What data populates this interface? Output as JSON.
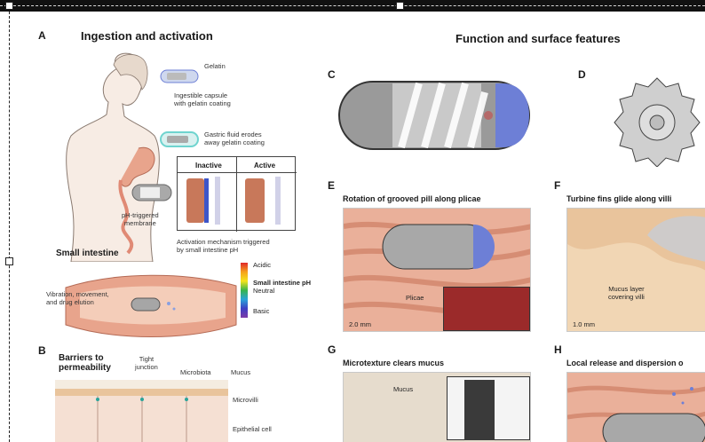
{
  "panel_a": {
    "letter": "A",
    "title": "Ingestion and activation",
    "gelatin": "Gelatin",
    "capsule_caption": "Ingestible capsule\nwith gelatin coating",
    "gastric_caption": "Gastric fluid erodes\naway gelatin coating",
    "inactive": "Inactive",
    "active": "Active",
    "ph_membrane": "pH-triggered\nmembrane",
    "activation": "Activation mechanism triggered\nby small intestine pH",
    "small_intestine": "Small intestine",
    "vibration": "Vibration, movement,\nand drug elution",
    "scale_acidic": "Acidic",
    "scale_ph": "Small intestine pH",
    "scale_neutral": "Neutral",
    "scale_basic": "Basic"
  },
  "panel_b": {
    "letter": "B",
    "title": "Barriers to\npermeability",
    "tight_junction": "Tight\njunction",
    "microbiota": "Microbiota",
    "mucus": "Mucus",
    "microvilli": "Microvilli",
    "epithelial": "Epithelial cell"
  },
  "right": {
    "heading": "Function and surface features",
    "c_letter": "C",
    "d_letter": "D",
    "e_letter": "E",
    "e_title": "Rotation of grooved pill along plicae",
    "e_plicae": "Plicae",
    "e_scale": "2.0 mm",
    "f_letter": "F",
    "f_title": "Turbine fins glide along villi",
    "f_mucus": "Mucus layer\ncovering villi",
    "f_scale": "1.0 mm",
    "g_letter": "G",
    "g_title": "Microtexture clears mucus",
    "g_mucus": "Mucus",
    "h_letter": "H",
    "h_title": "Local release and dispersion o"
  },
  "colors": {
    "tissue": "#e8a48c",
    "capsule_gray": "#9a9a9a",
    "capsule_blue": "#6d7fd6",
    "villi": "#e9c49c"
  }
}
